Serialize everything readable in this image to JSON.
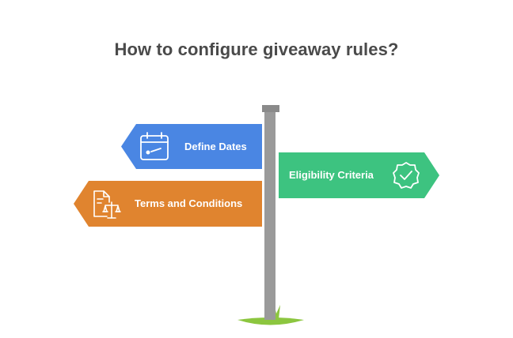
{
  "title": "How to configure giveaway rules?",
  "signs": [
    {
      "label": "Define Dates",
      "color": "#4a86e3",
      "icon": "calendar-icon",
      "side": "left"
    },
    {
      "label": "Eligibility Criteria",
      "color": "#3dc380",
      "icon": "verified-badge-icon",
      "side": "right"
    },
    {
      "label": "Terms and Conditions",
      "color": "#e0842f",
      "icon": "legal-document-scales-icon",
      "side": "left"
    }
  ],
  "colors": {
    "post": "#9a9a9a",
    "post_cap": "#8a8a8a",
    "grass": "#8cc63f",
    "title": "#4a4a4a"
  }
}
